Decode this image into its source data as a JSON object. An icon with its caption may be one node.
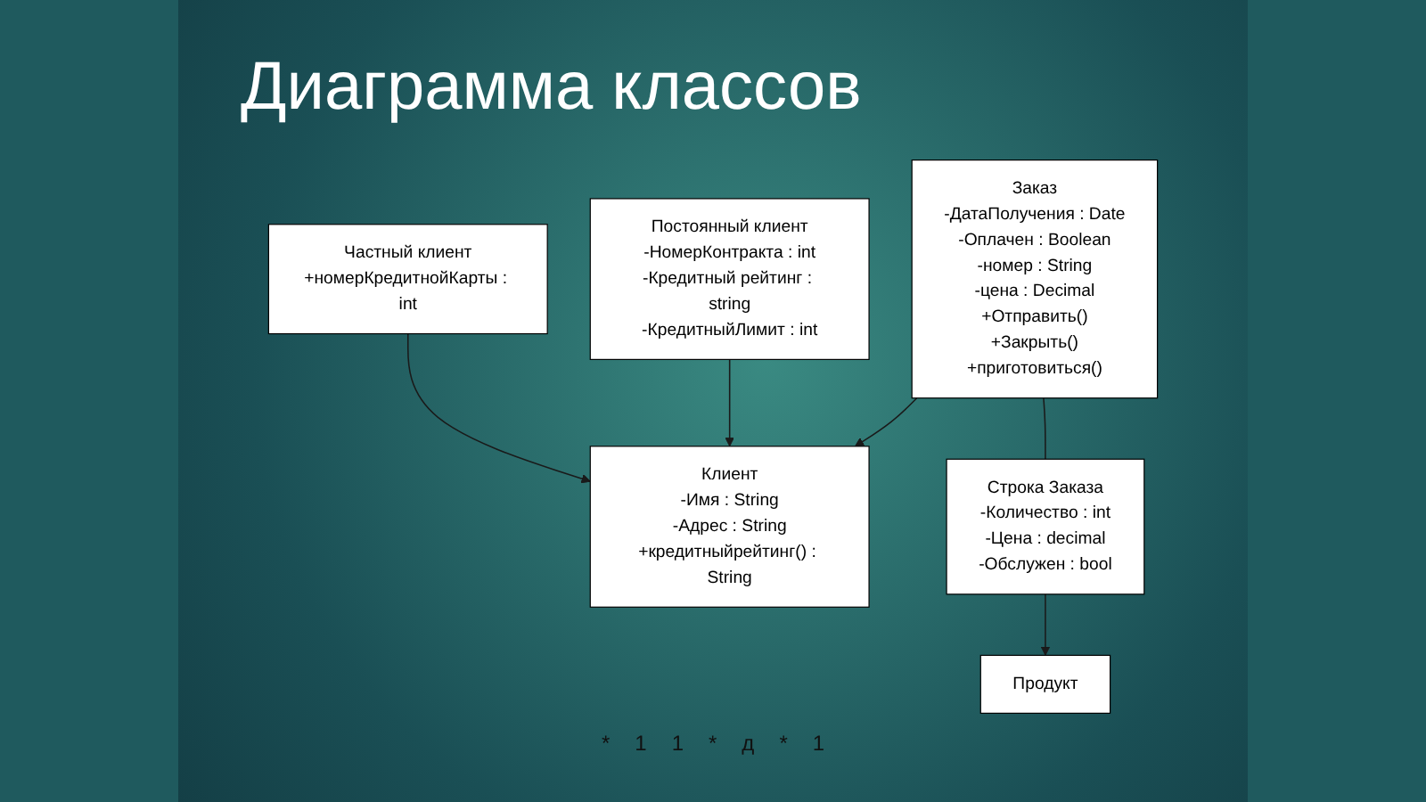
{
  "diagram": {
    "title": "Диаграмма классов",
    "nodes": [
      {
        "text": [
          "Заказ",
          "-ДатаПолучения : Date",
          "-Оплачен : Boolean",
          "-номер : String",
          "-цена : Decimal",
          "+Отправить()",
          "+Закрыть()",
          "+приготовиться()"
        ]
      },
      {
        "text": [
          "Клиент",
          "-Имя : String",
          "-Адрес : String",
          "+кредитныйрейтинг() : String"
        ]
      },
      {
        "text": [
          "Постоянный клиент",
          "-НомерКонтракта : int",
          "-Кредитный рейтинг : string",
          "-КредитныйЛимит : int"
        ]
      },
      {
        "text": [
          "Частный клиент",
          "+номерКредитнойКарты : int"
        ]
      },
      {
        "text": [
          "Строка Заказа",
          "-Количество : int",
          "-Цена : decimal",
          "-Обслужен : bool"
        ]
      },
      {
        "text": [
          "Продукт"
        ]
      }
    ],
    "edges": [
      {
        "from": 0,
        "to": 1,
        "arrow": "to"
      },
      {
        "from": 2,
        "to": 1,
        "arrow": "to"
      },
      {
        "from": 3,
        "to": 1,
        "arrow": "to"
      },
      {
        "from": 0,
        "to": 4,
        "arrow": "none"
      },
      {
        "from": 4,
        "to": 5,
        "arrow": "to"
      }
    ],
    "labels": [
      "*",
      "1",
      "1",
      "*",
      "д",
      "*",
      "1"
    ]
  }
}
